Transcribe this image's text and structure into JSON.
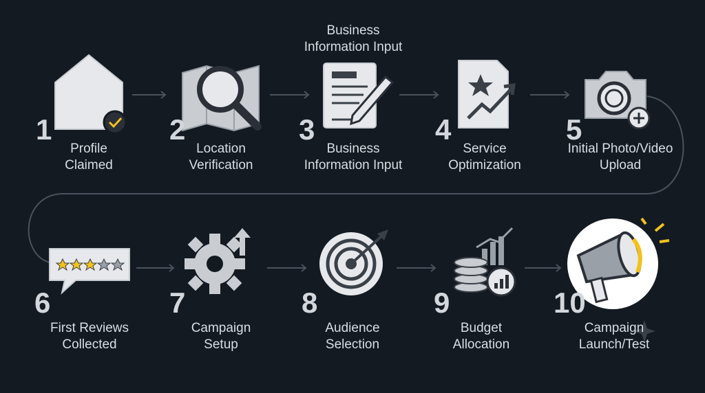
{
  "top_label": "Business\nInformation Input",
  "steps": [
    {
      "number": "1",
      "label": "Profile\nClaimed",
      "icon": "house-check-icon"
    },
    {
      "number": "2",
      "label": "Location\nVerification",
      "icon": "map-magnifier-icon"
    },
    {
      "number": "3",
      "label": "Business\nInformation Input",
      "icon": "document-pen-icon"
    },
    {
      "number": "4",
      "label": "Service\nOptimization",
      "icon": "document-chart-icon"
    },
    {
      "number": "5",
      "label": "Initial Photo/Video\nUpload",
      "icon": "camera-plus-icon"
    },
    {
      "number": "6",
      "label": "First Reviews\nCollected",
      "icon": "review-stars-icon"
    },
    {
      "number": "7",
      "label": "Campaign\nSetup",
      "icon": "gear-arrow-icon"
    },
    {
      "number": "8",
      "label": "Audience\nSelection",
      "icon": "target-arrow-icon"
    },
    {
      "number": "9",
      "label": "Budget\nAllocation",
      "icon": "coins-chart-icon"
    },
    {
      "number": "10",
      "label": "Campaign\nLaunch/Test",
      "icon": "megaphone-icon"
    }
  ],
  "colors": {
    "background": "#131a22",
    "icon_fill": "#e6e8eb",
    "icon_dark": "#3a4048",
    "accent": "#f2c21b",
    "connector": "#4a525c"
  }
}
